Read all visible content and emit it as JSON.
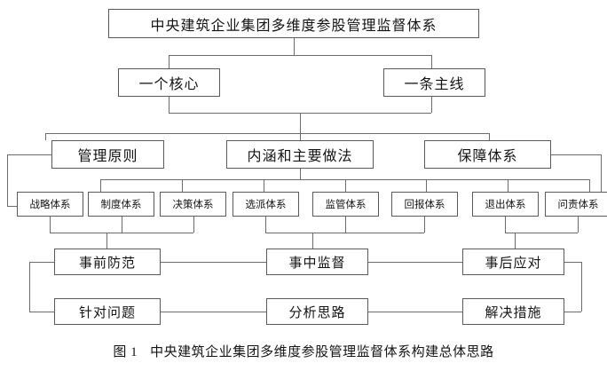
{
  "figure": {
    "caption_number": "图 1",
    "caption_text": "中央建筑企业集团多维度参股管理监督体系构建总体思路",
    "line_color": "#6b6b6b",
    "box_border_color": "#5a5a5a",
    "text_color": "#141414",
    "background": "#ffffff"
  },
  "levels": {
    "root": {
      "label": "中央建筑企业集团多维度参股管理监督体系"
    },
    "level2": [
      {
        "label": "一个核心"
      },
      {
        "label": "一条主线"
      }
    ],
    "level3": [
      {
        "label": "管理原则"
      },
      {
        "label": "内涵和主要做法"
      },
      {
        "label": "保障体系"
      }
    ],
    "level4": [
      {
        "label": "战略体系"
      },
      {
        "label": "制度体系"
      },
      {
        "label": "决策体系"
      },
      {
        "label": "选派体系"
      },
      {
        "label": "监管体系"
      },
      {
        "label": "回报体系"
      },
      {
        "label": "退出体系"
      },
      {
        "label": "问责体系"
      }
    ],
    "level5": [
      {
        "label": "事前防范"
      },
      {
        "label": "事中监督"
      },
      {
        "label": "事后应对"
      }
    ],
    "level6": [
      {
        "label": "针对问题"
      },
      {
        "label": "分析思路"
      },
      {
        "label": "解决措施"
      }
    ]
  }
}
